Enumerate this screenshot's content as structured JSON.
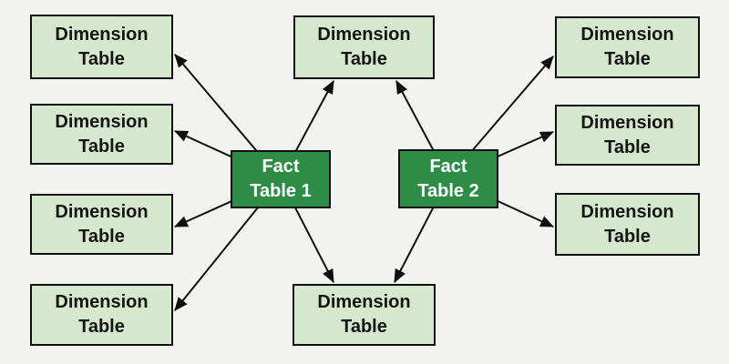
{
  "labels": {
    "dimension_table": "Dimension\nTable",
    "fact_table_1": "Fact\nTable 1",
    "fact_table_2": "Fact\nTable 2"
  },
  "colors": {
    "background": "#f2f2f0",
    "dimension_fill": "#d5e8cd",
    "fact_fill": "#2d8c46",
    "box_border": "#0f0f0f",
    "dimension_text": "#141414",
    "fact_text": "#ffffff",
    "arrow": "#0f0f0f"
  },
  "diagram": {
    "type": "fact-constellation-schema",
    "nodes": [
      {
        "id": "fact-1",
        "kind": "fact",
        "label": "Fact Table 1"
      },
      {
        "id": "fact-2",
        "kind": "fact",
        "label": "Fact Table 2"
      },
      {
        "id": "dim-left-1",
        "kind": "dimension",
        "label": "Dimension Table"
      },
      {
        "id": "dim-left-2",
        "kind": "dimension",
        "label": "Dimension Table"
      },
      {
        "id": "dim-left-3",
        "kind": "dimension",
        "label": "Dimension Table"
      },
      {
        "id": "dim-left-4",
        "kind": "dimension",
        "label": "Dimension Table"
      },
      {
        "id": "dim-top-center",
        "kind": "dimension",
        "label": "Dimension Table"
      },
      {
        "id": "dim-bottom-center",
        "kind": "dimension",
        "label": "Dimension Table"
      },
      {
        "id": "dim-right-1",
        "kind": "dimension",
        "label": "Dimension Table"
      },
      {
        "id": "dim-right-2",
        "kind": "dimension",
        "label": "Dimension Table"
      },
      {
        "id": "dim-right-3",
        "kind": "dimension",
        "label": "Dimension Table"
      }
    ],
    "edges": [
      {
        "from": "fact-1",
        "to": "dim-left-1"
      },
      {
        "from": "fact-1",
        "to": "dim-left-2"
      },
      {
        "from": "fact-1",
        "to": "dim-left-3"
      },
      {
        "from": "fact-1",
        "to": "dim-left-4"
      },
      {
        "from": "fact-1",
        "to": "dim-top-center"
      },
      {
        "from": "fact-1",
        "to": "dim-bottom-center"
      },
      {
        "from": "fact-2",
        "to": "dim-top-center"
      },
      {
        "from": "fact-2",
        "to": "dim-bottom-center"
      },
      {
        "from": "fact-2",
        "to": "dim-right-1"
      },
      {
        "from": "fact-2",
        "to": "dim-right-2"
      },
      {
        "from": "fact-2",
        "to": "dim-right-3"
      }
    ]
  }
}
